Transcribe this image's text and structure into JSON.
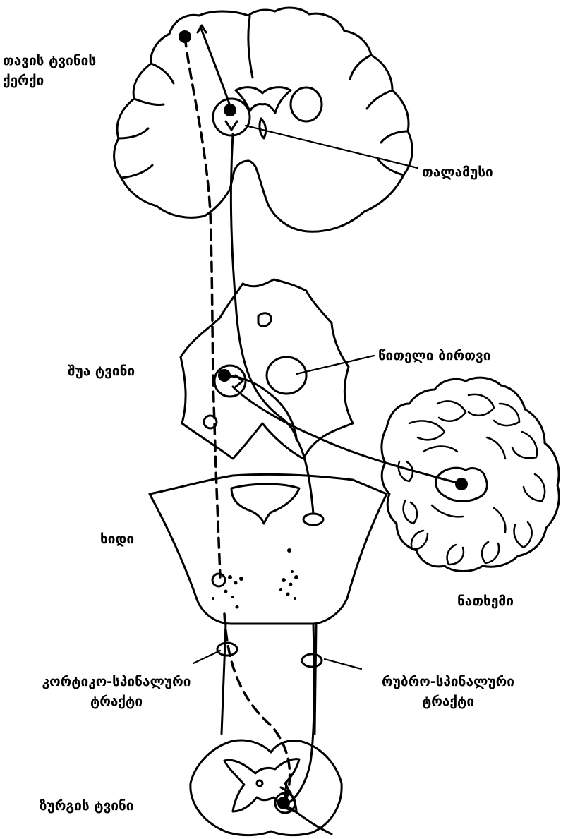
{
  "labels": {
    "cortex_line1": "თავის ტვინის",
    "cortex_line2": "ქერქი",
    "thalamus": "თალამუსი",
    "red_nucleus": "წითელი ბირთვი",
    "midbrain": "შუა ტვინი",
    "pons": "ხიდი",
    "cerebellum": "ნათხემი",
    "corticospinal_line1": "კორტიკო-სპინალური",
    "corticospinal_line2": "ტრაქტი",
    "rubrospinal_line1": "რუბრო-სპინალური",
    "rubrospinal_line2": "ტრაქტი",
    "spinal_cord": "ზურგის ტვინი"
  },
  "colors": {
    "ink": "#000000",
    "paper": "#ffffff"
  }
}
